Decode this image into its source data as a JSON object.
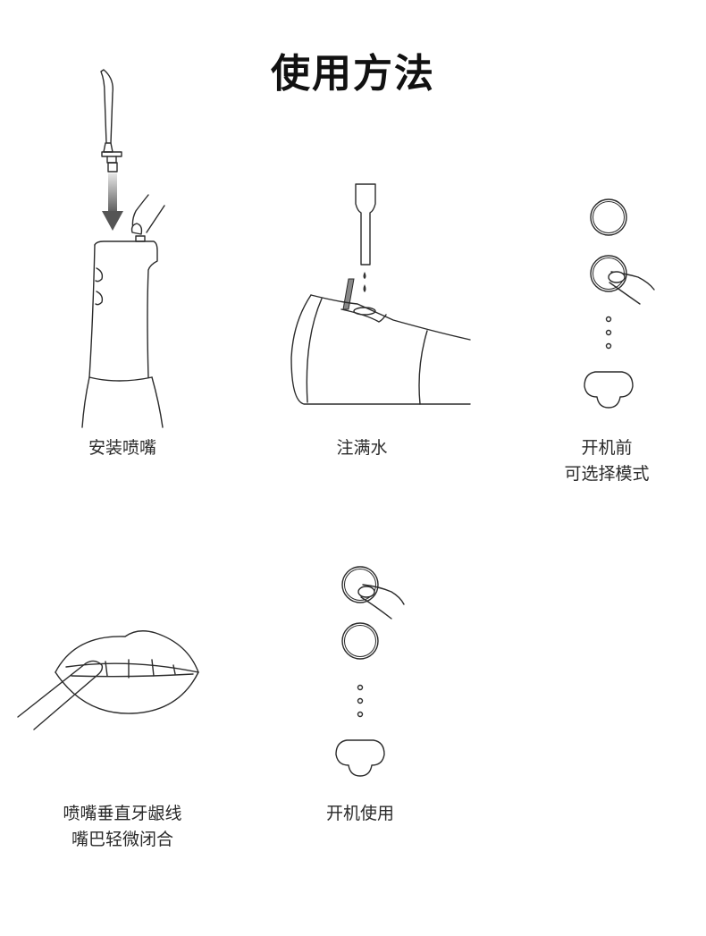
{
  "title": "使用方法",
  "steps": [
    {
      "icon": "nozzle-install-icon",
      "lines": [
        "安装喷嘴"
      ]
    },
    {
      "icon": "fill-water-icon",
      "lines": [
        "注满水"
      ]
    },
    {
      "icon": "mode-select-icon",
      "lines": [
        "开机前",
        "可选择模式"
      ]
    },
    {
      "icon": "lips-nozzle-icon",
      "lines": [
        "喷嘴垂直牙龈线",
        "嘴巴轻微闭合"
      ]
    },
    {
      "icon": "power-on-icon",
      "lines": [
        "开机使用"
      ]
    }
  ],
  "colors": {
    "line": "#2b2b2b",
    "arrow_dark": "#555555",
    "arrow_light": "#e6e6e6",
    "tube_fill": "#888888"
  }
}
